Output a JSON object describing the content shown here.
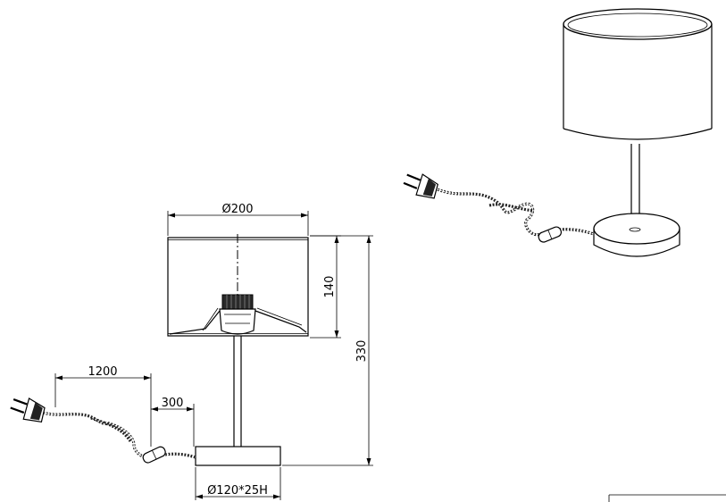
{
  "dimensions": {
    "shade_diameter": "Ø200",
    "shade_height": "140",
    "total_height": "330",
    "cable_length": "1200",
    "switch_distance": "300",
    "base_size": "Ø120*25H"
  },
  "colors": {
    "line": "#000000",
    "background": "#ffffff"
  }
}
